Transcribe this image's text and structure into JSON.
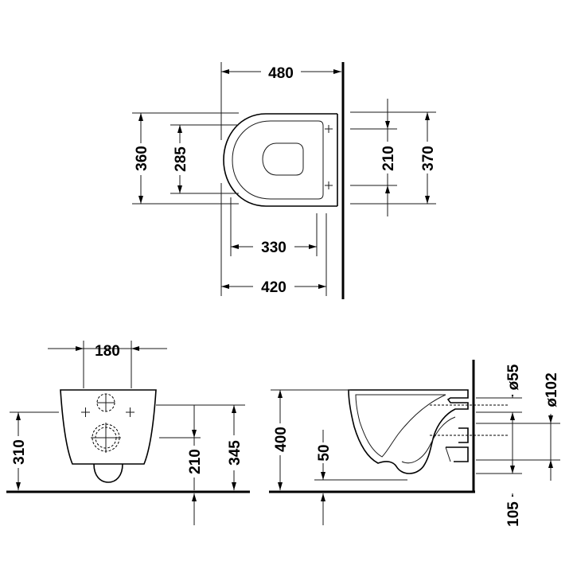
{
  "top_view": {
    "width_total": "480",
    "depth_outer": "360",
    "depth_inner": "285",
    "fix_spacing": "210",
    "fix_outer": "370",
    "len_330": "330",
    "len_420": "420"
  },
  "front_view": {
    "fix_width": "180",
    "height_310": "310",
    "height_210": "210",
    "height_345": "345"
  },
  "side_view": {
    "height_400": "400",
    "height_50": "50",
    "diam_55": "ø55",
    "diam_102": "ø102",
    "height_105": "105"
  }
}
